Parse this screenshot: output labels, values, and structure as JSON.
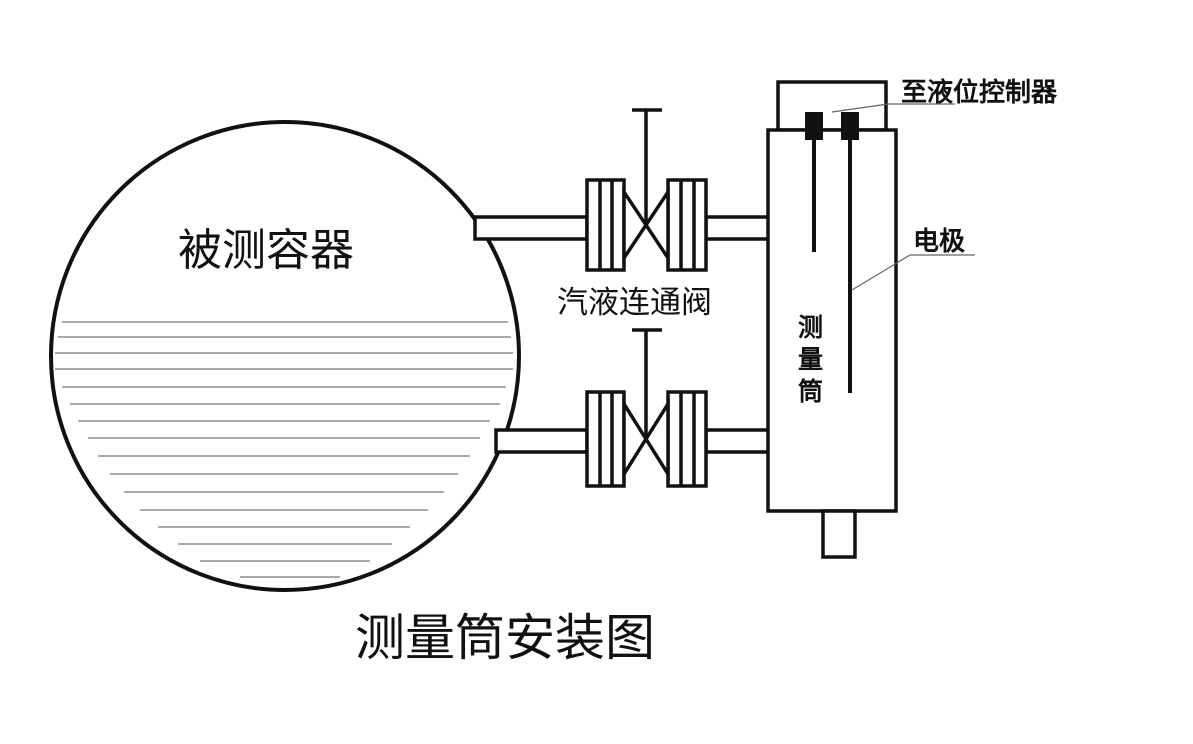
{
  "diagram": {
    "title": "测量筒安装图",
    "vessel_label": "被测容器",
    "valve_label": "汽液连通阀",
    "tube_label": "测量筒",
    "electrode_label": "电极",
    "controller_label": "至液位控制器"
  }
}
